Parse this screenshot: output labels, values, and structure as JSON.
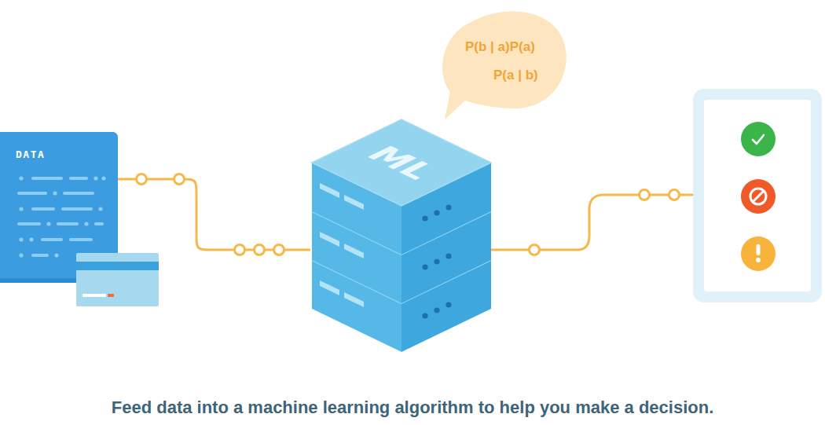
{
  "diagram": {
    "caption": "Feed data into a machine learning algorithm to help you make a decision.",
    "nodes": [
      {
        "text": [
          "DATA"
        ]
      },
      {
        "text": [
          "ML"
        ]
      },
      {
        "text": [
          "P(b | a)P(a)",
          "P(a | b)"
        ]
      }
    ],
    "edges": [
      {
        "from": 0,
        "to": 1,
        "arrow": "none"
      }
    ]
  }
}
